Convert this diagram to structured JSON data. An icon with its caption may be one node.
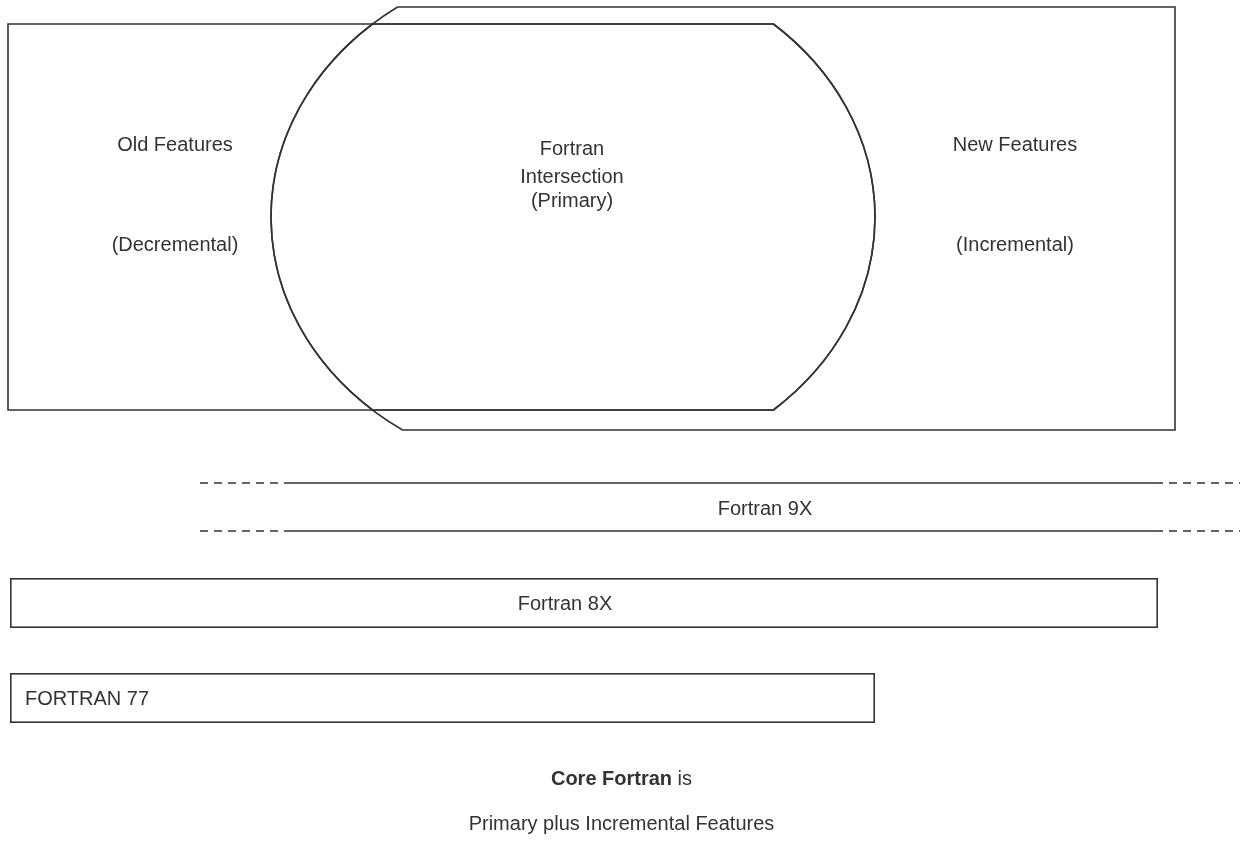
{
  "diagram": {
    "nodes": [
      {
        "text": [
          "Old Features",
          "(Decremental)"
        ]
      },
      {
        "text": [
          "New Features",
          "(Incremental)"
        ]
      },
      {
        "text": [
          "Fortran",
          "Intersection (Primary)"
        ]
      },
      {
        "text": [
          "Fortran 9X"
        ]
      },
      {
        "text": [
          "Fortran 8X"
        ]
      },
      {
        "text": [
          "FORTRAN 77"
        ]
      }
    ],
    "labels": [
      "**Core Fortran** is",
      "Primary plus Incremental Features"
    ]
  }
}
